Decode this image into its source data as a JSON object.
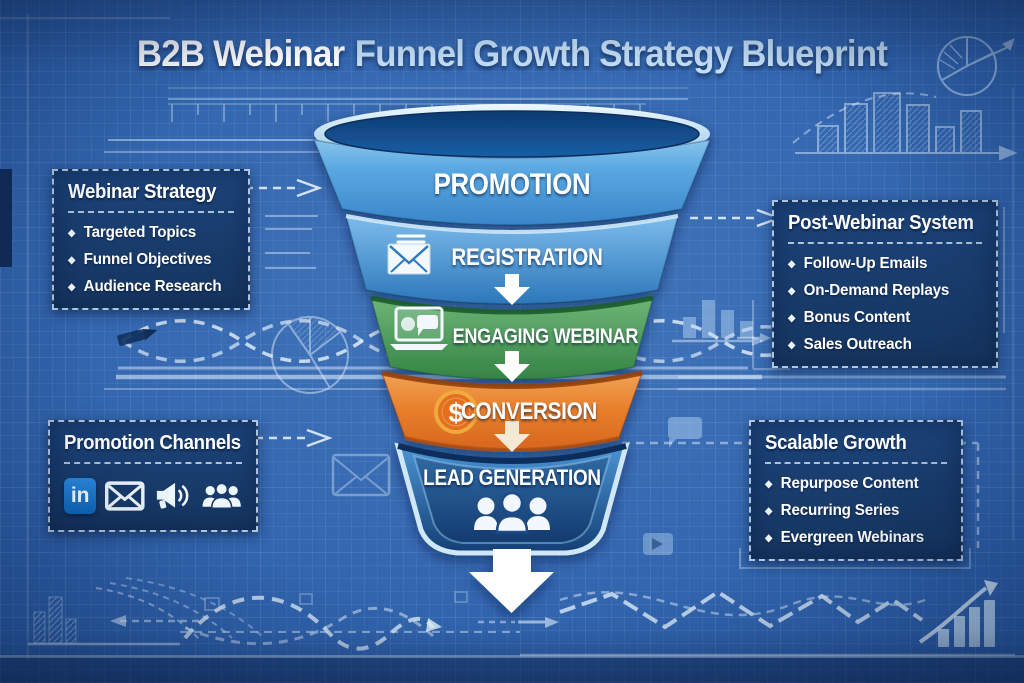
{
  "title": {
    "prefix": "B2B Webinar",
    "highlight": "Funnel Growth Strategy Blueprint"
  },
  "funnel": {
    "stages": [
      {
        "id": "promotion",
        "label": "PROMOTION",
        "color": "#3f8fd0"
      },
      {
        "id": "registration",
        "label": "REGISTRATION",
        "color": "#2b7ac0",
        "icon": "envelope-letter-icon"
      },
      {
        "id": "engaging-webinar",
        "label": "ENGAGING WEBINAR",
        "color": "#3a9049",
        "icon": "webinar-laptop-icon"
      },
      {
        "id": "conversion",
        "label": "CONVERSION",
        "color": "#de6f22",
        "icon": "dollar-coin-icon",
        "icon_glyph": "$"
      },
      {
        "id": "lead-generation",
        "label": "LEAD GENERATION",
        "color": "#1c4e8e",
        "icon": "audience-people-icon"
      }
    ]
  },
  "panels": {
    "webinar_strategy": {
      "title": "Webinar Strategy",
      "items": [
        "Targeted Topics",
        "Funnel Objectives",
        "Audience Research"
      ]
    },
    "post_webinar": {
      "title": "Post-Webinar System",
      "items": [
        "Follow-Up Emails",
        "On-Demand Replays",
        "Bonus Content",
        "Sales Outreach"
      ]
    },
    "promotion_channels": {
      "title": "Promotion Channels",
      "icons": [
        {
          "name": "linkedin-icon",
          "label": "in"
        },
        {
          "name": "email-icon"
        },
        {
          "name": "megaphone-icon"
        },
        {
          "name": "audience-icon"
        }
      ]
    },
    "scalable_growth": {
      "title": "Scalable Growth",
      "items": [
        "Repurpose Content",
        "Recurring Series",
        "Evergreen Webinars"
      ]
    }
  },
  "colors": {
    "background": "#2a5da8",
    "panel": "#17386a",
    "title_highlight": "#c3def5",
    "stage_blue_light": "#5aa8e2",
    "stage_blue": "#2b7ac0",
    "stage_green": "#3a9049",
    "stage_orange": "#de6f22",
    "stage_navy": "#1c4e8e",
    "sketch_line": "#d9eafc",
    "linkedin_blue": "#0d67ba"
  }
}
